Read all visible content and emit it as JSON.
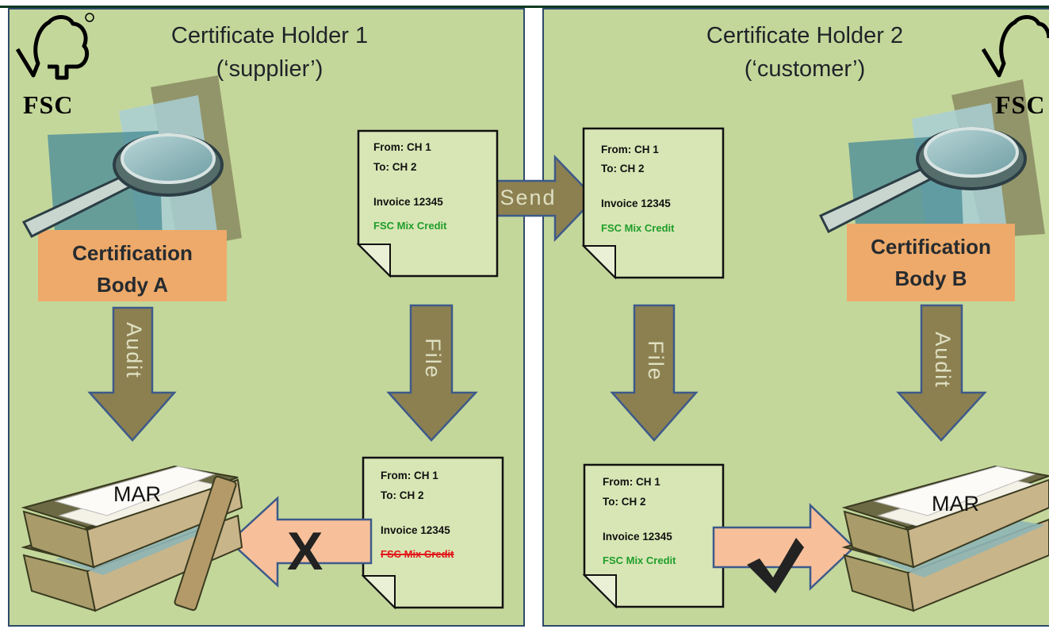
{
  "left_panel": {
    "title_line1": "Certificate Holder 1",
    "title_line2": "(‘supplier’)",
    "logo_text": "FSC",
    "certification_body": {
      "line1": "Certification",
      "line2": "Body A"
    },
    "audit_label": "Audit",
    "file_label": "File",
    "mar_label": "MAR",
    "invoice_top": {
      "from": "From: CH 1",
      "to": "To: CH 2",
      "invoice": "Invoice 12345",
      "claim": "FSC Mix Credit"
    },
    "invoice_bottom": {
      "from": "From: CH 1",
      "to": "To: CH 2",
      "invoice": "Invoice 12345",
      "claim": "FSC Mix Credit"
    },
    "result_mark": "X"
  },
  "send_label": "Send",
  "right_panel": {
    "title_line1": "Certificate Holder 2",
    "title_line2": "(‘customer’)",
    "logo_text": "FSC",
    "certification_body": {
      "line1": "Certification",
      "line2": "Body B"
    },
    "audit_label": "Audit",
    "file_label": "File",
    "mar_label": "MAR",
    "invoice_top": {
      "from": "From: CH 1",
      "to": "To: CH 2",
      "invoice": "Invoice 12345",
      "claim": "FSC Mix Credit"
    },
    "invoice_bottom": {
      "from": "From: CH 1",
      "to": "To: CH 2",
      "invoice": "Invoice 12345",
      "claim": "FSC Mix Credit"
    },
    "result_mark": "check"
  },
  "colors": {
    "panel_bg": "#c4d79b",
    "document_bg": "#d8e6b5",
    "arrow_olive": "#8c8051",
    "arrow_peach": "#f7c09a",
    "body_label_bg": "#eeaa6a",
    "credit_green": "#1f9d2a",
    "strike_red": "#e3171b"
  }
}
